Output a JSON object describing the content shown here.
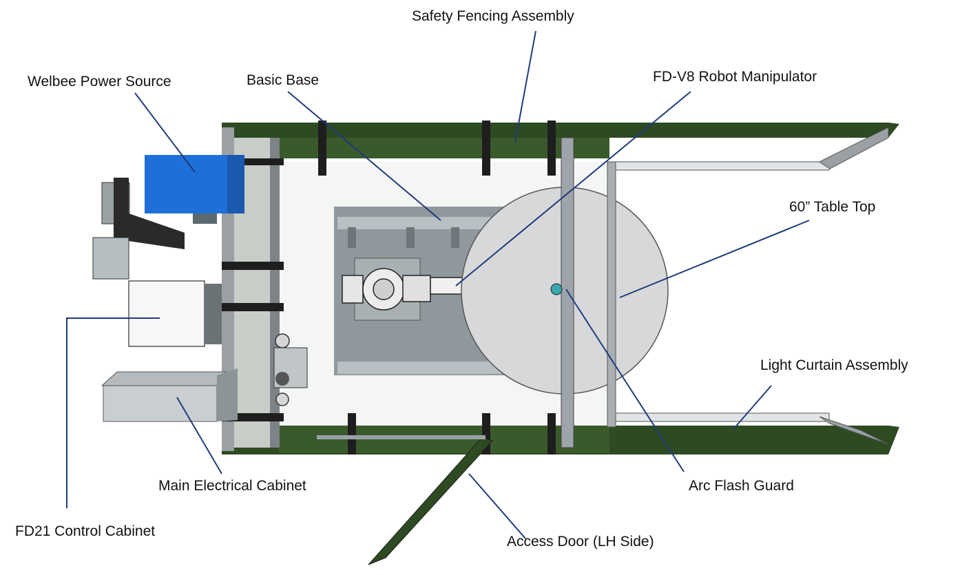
{
  "labels": {
    "safety_fencing": "Safety Fencing Assembly",
    "welbee_power": "Welbee Power Source",
    "basic_base": "Basic Base",
    "robot": "FD-V8 Robot  Manipulator",
    "table_top": "60” Table Top",
    "light_curtain": "Light Curtain Assembly",
    "main_electrical": "Main Electrical Cabinet",
    "arc_flash": "Arc Flash Guard",
    "fd21_control": "FD21 Control Cabinet",
    "access_door": "Access Door (LH Side)"
  },
  "colors": {
    "leader_line": "#1f3a7a",
    "fence_green": "#2e4a22",
    "frame_gray": "#b9bdc0",
    "table_gray": "#d7d8da",
    "power_blue": "#1f6fd8",
    "base_gray": "#8f989d"
  }
}
